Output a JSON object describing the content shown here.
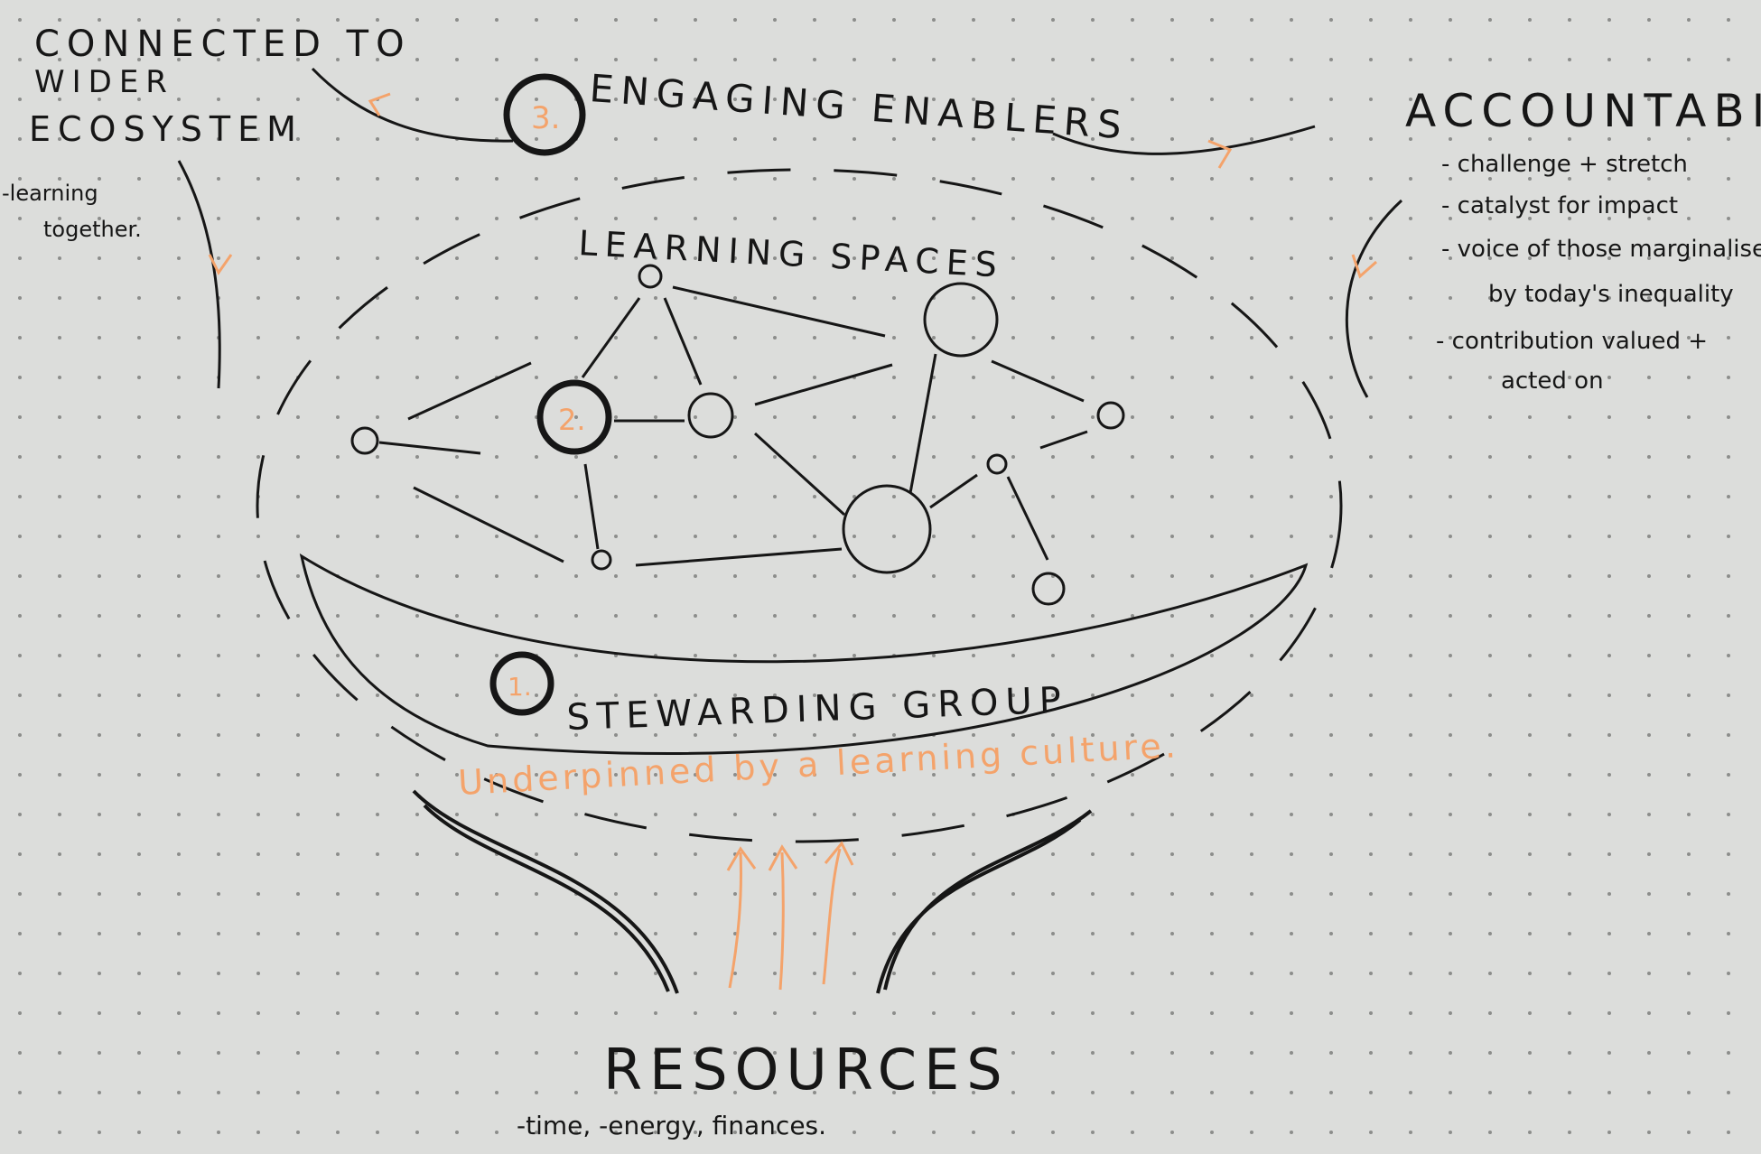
{
  "corner_left": {
    "title_lines": [
      "CONNECTED TO",
      "WIDER",
      "ECOSYSTEM"
    ],
    "notes": [
      "-learning",
      "together."
    ]
  },
  "top": {
    "number": "3.",
    "label": "ENGAGING ENABLERS"
  },
  "corner_right": {
    "title": "ACCOUNTABILITY",
    "bullets": [
      "- challenge + stretch",
      "- catalyst for impact",
      "- voice of those marginalised",
      "by today's inequality",
      "- contribution valued +",
      "acted on"
    ]
  },
  "learning_spaces": {
    "label": "LEARNING SPACES",
    "number": "2."
  },
  "stewarding": {
    "number": "1.",
    "label": "STEWARDING GROUP"
  },
  "culture_note": "Underpinned by a learning culture.",
  "resources": {
    "label": "RESOURCES",
    "sub": "-time, -energy, finances."
  },
  "colors": {
    "ink": "#161616",
    "accent": "#f4a36b",
    "paper": "#dcdddb",
    "dot": "#8c8d8b"
  }
}
